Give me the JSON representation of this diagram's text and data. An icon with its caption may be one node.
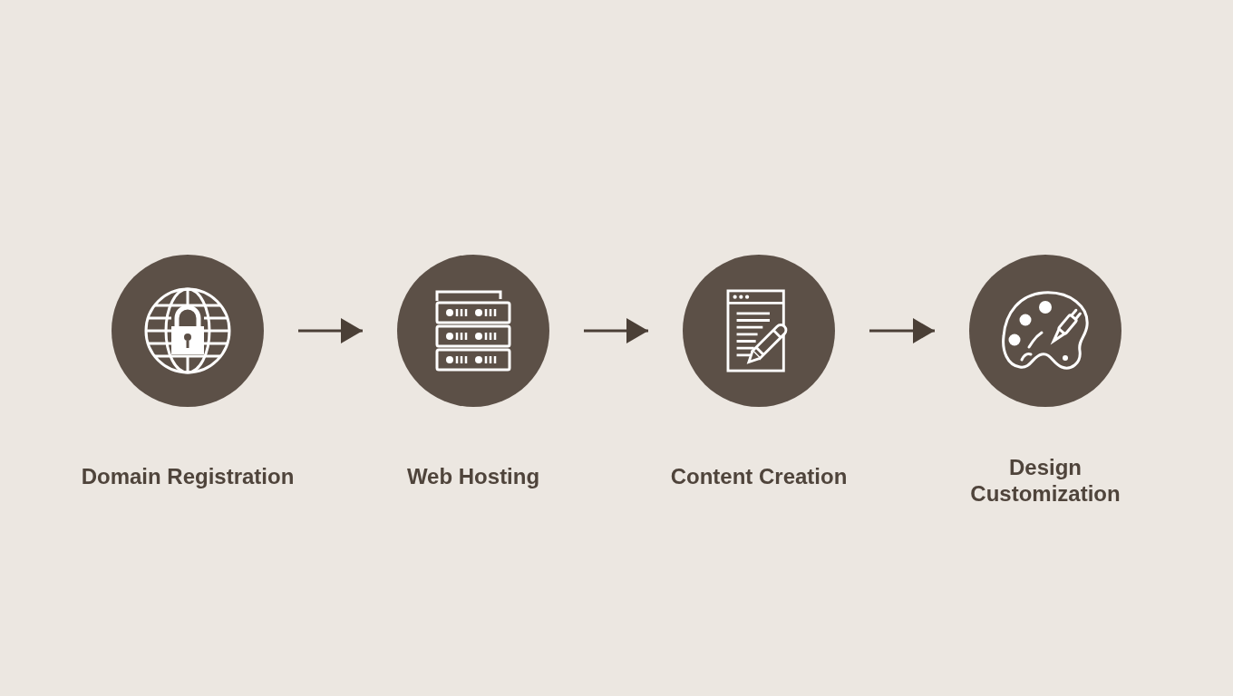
{
  "diagram": {
    "nodes": [
      {
        "text": [
          "Domain Registration"
        ]
      },
      {
        "text": [
          "Web Hosting"
        ]
      },
      {
        "text": [
          "Content Creation"
        ]
      },
      {
        "text": [
          "Design Customization"
        ]
      }
    ],
    "edges": [
      {
        "from": 0,
        "to": 1,
        "arrow": "to"
      },
      {
        "from": 1,
        "to": 2,
        "arrow": "to"
      },
      {
        "from": 2,
        "to": 3,
        "arrow": "to"
      }
    ]
  }
}
